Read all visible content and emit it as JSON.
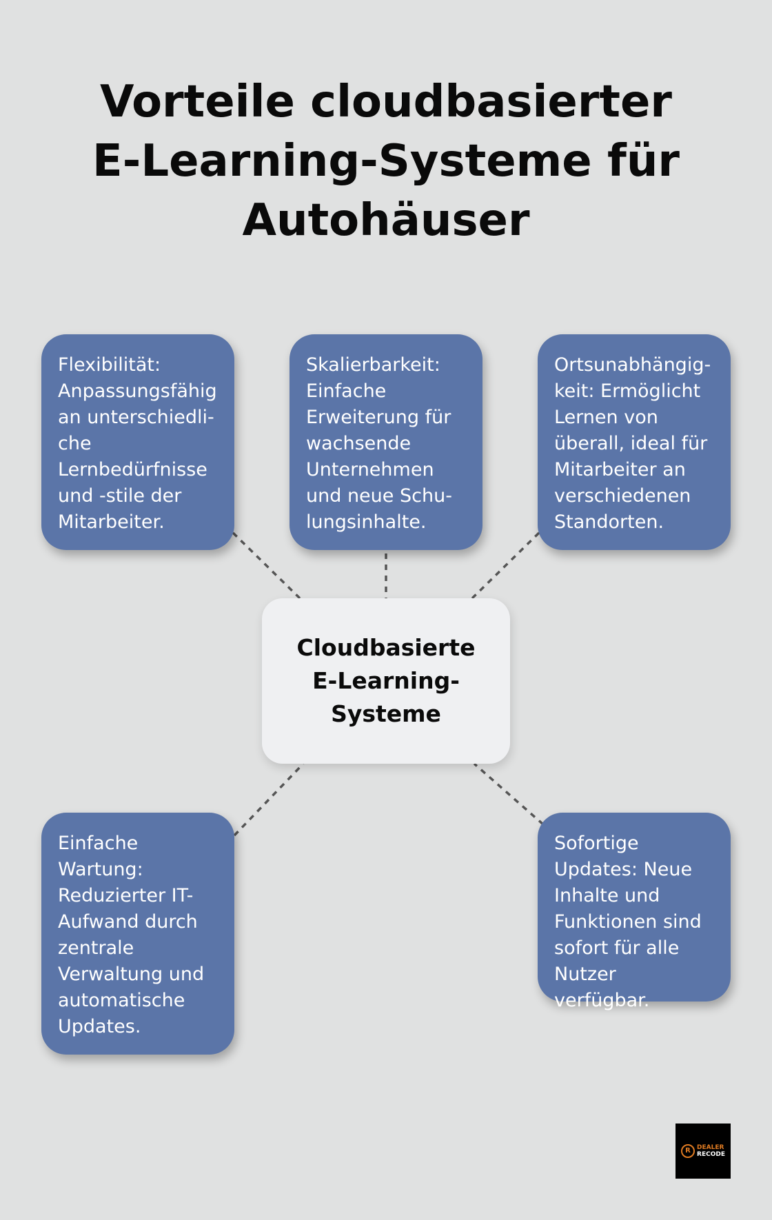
{
  "title": "Vorteile cloudbasierter E-Learning-Systeme für Autohäuser",
  "center_label": "Cloudbasierte E-Learning-Systeme",
  "benefits": [
    "Flexibilität: Anpassungsfähig an unterschiedli­che Lernbedürfnisse und -stile der Mitarbeiter.",
    "Skalierbarkeit: Einfache Erweiterung für wachsende Unternehmen und neue Schu­lungsinhalte.",
    "Ortsunabhängig­keit: Ermöglicht Lernen von überall, ideal für Mitarbeiter an verschiedenen Standorten.",
    "Einfache Wartung: Reduzierter IT-Aufwand durch zentrale Verwaltung und automatische Updates.",
    "Sofortige Updates: Neue Inhalte und Funktionen sind sofort für alle Nutzer verfügbar."
  ],
  "logo": {
    "mark": "R",
    "line1": "DEALER",
    "line2": "RECODE",
    "accent_color": "#e07b22"
  },
  "colors": {
    "background": "#e0e1e1",
    "box": "#5b75a8",
    "center_box": "#eff0f2",
    "connector": "#555555"
  }
}
